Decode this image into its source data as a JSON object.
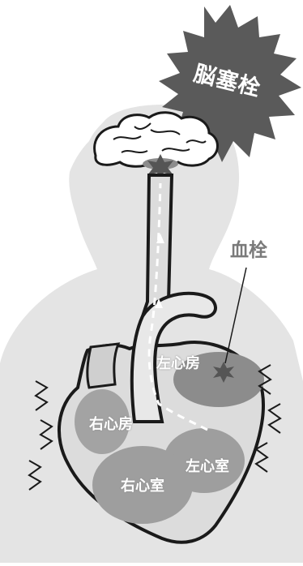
{
  "badge": {
    "text": "脳塞栓"
  },
  "labels": {
    "clot": "血栓",
    "left_atrium": "左心房",
    "right_atrium": "右心房",
    "left_ventricle": "左心室",
    "right_ventricle": "右心室"
  },
  "colors": {
    "background": "#ffffff",
    "body": "#e4e4e4",
    "badge": "#5a5a5a",
    "outline": "#1a1a1a",
    "vessel": "#dcdcdc",
    "chamber": "#9e9e9e",
    "chamber_dark": "#8c8c8c",
    "clot_label": "#7a7a7a"
  }
}
